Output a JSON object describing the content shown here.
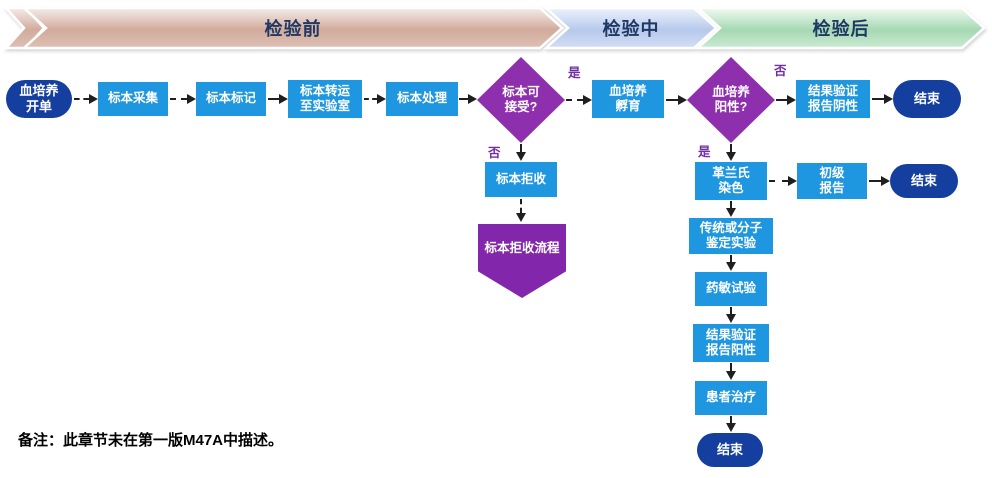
{
  "banners": {
    "pre": "检验前",
    "mid": "检验中",
    "post": "检验后"
  },
  "nodes": {
    "start": "血培养\n开单",
    "collect": "标本采集",
    "mark": "标本标记",
    "transport": "标本转运\n至实验室",
    "process": "标本处理",
    "acceptable": "标本可\n接受?",
    "incubate": "血培养\n孵育",
    "positive": "血培养\n阳性?",
    "verify_negative": "结果验证\n报告阴性",
    "end1": "结束",
    "reject": "标本拒收",
    "reject_process": "标本拒收流程",
    "gram": "革兰氏\n染色",
    "prelim": "初级\n报告",
    "end2": "结束",
    "ident": "传统或分子\n鉴定实验",
    "ast": "药敏试验",
    "verify_positive": "结果验证\n报告阳性",
    "treatment": "患者治疗",
    "end3": "结束"
  },
  "edge_labels": {
    "yes1": "是",
    "no1": "否",
    "no2": "否",
    "yes2": "是"
  },
  "note": "备注：此章节未在第一版M47A中描述。",
  "colors": {
    "box_blue": "#1e96e0",
    "pill_navy": "#153f9e",
    "diamond_purple": "#8e2fad",
    "pentagon_purple": "#8227ab",
    "edge_label": "#7030a0",
    "banner_text": "#1f3864",
    "banner_pre_fill": "#d2ab9c",
    "banner_mid_fill": "#b6c9ec",
    "banner_post_fill": "#a5d9b2",
    "arrow": "#1f1f1f",
    "note_color": "#000000"
  }
}
